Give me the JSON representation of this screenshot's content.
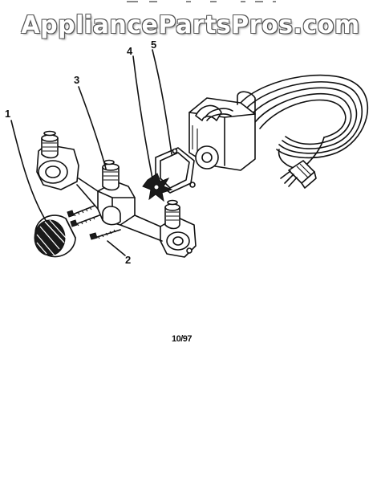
{
  "watermark": "AppliancePartsPros.com",
  "callouts": {
    "c1": "1",
    "c2": "2",
    "c3": "3",
    "c4": "4",
    "c5": "5"
  },
  "footer_code": "10/97"
}
